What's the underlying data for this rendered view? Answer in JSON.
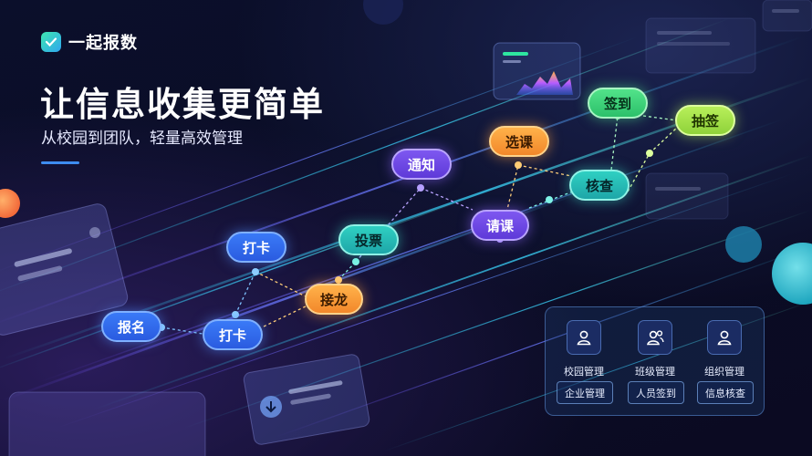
{
  "brand": {
    "name": "一起报数",
    "icon": "check-badge-icon"
  },
  "hero": {
    "headline": "让信息收集更简单",
    "subheadline": "从校园到团队，轻量高效管理"
  },
  "flow_nodes": [
    {
      "label": "报名",
      "style": "blue"
    },
    {
      "label": "打卡",
      "style": "blue"
    },
    {
      "label": "打卡",
      "style": "blue"
    },
    {
      "label": "接龙",
      "style": "orange"
    },
    {
      "label": "投票",
      "style": "teal"
    },
    {
      "label": "通知",
      "style": "purple"
    },
    {
      "label": "请课",
      "style": "purple"
    },
    {
      "label": "选课",
      "style": "orange"
    },
    {
      "label": "核查",
      "style": "teal"
    },
    {
      "label": "签到",
      "style": "green"
    },
    {
      "label": "抽签",
      "style": "lime"
    }
  ],
  "categories": [
    {
      "label": "校园管理",
      "icon": "person-icon",
      "tag": "企业管理"
    },
    {
      "label": "班级管理",
      "icon": "group-icon",
      "tag": "人员签到"
    },
    {
      "label": "组织管理",
      "icon": "person-icon",
      "tag": "信息核查"
    }
  ],
  "colors": {
    "accent": "#3e8cf0",
    "background": "#0b0f2b",
    "brand_gradient": [
      "#3ee6b0",
      "#2fa6f0"
    ]
  }
}
